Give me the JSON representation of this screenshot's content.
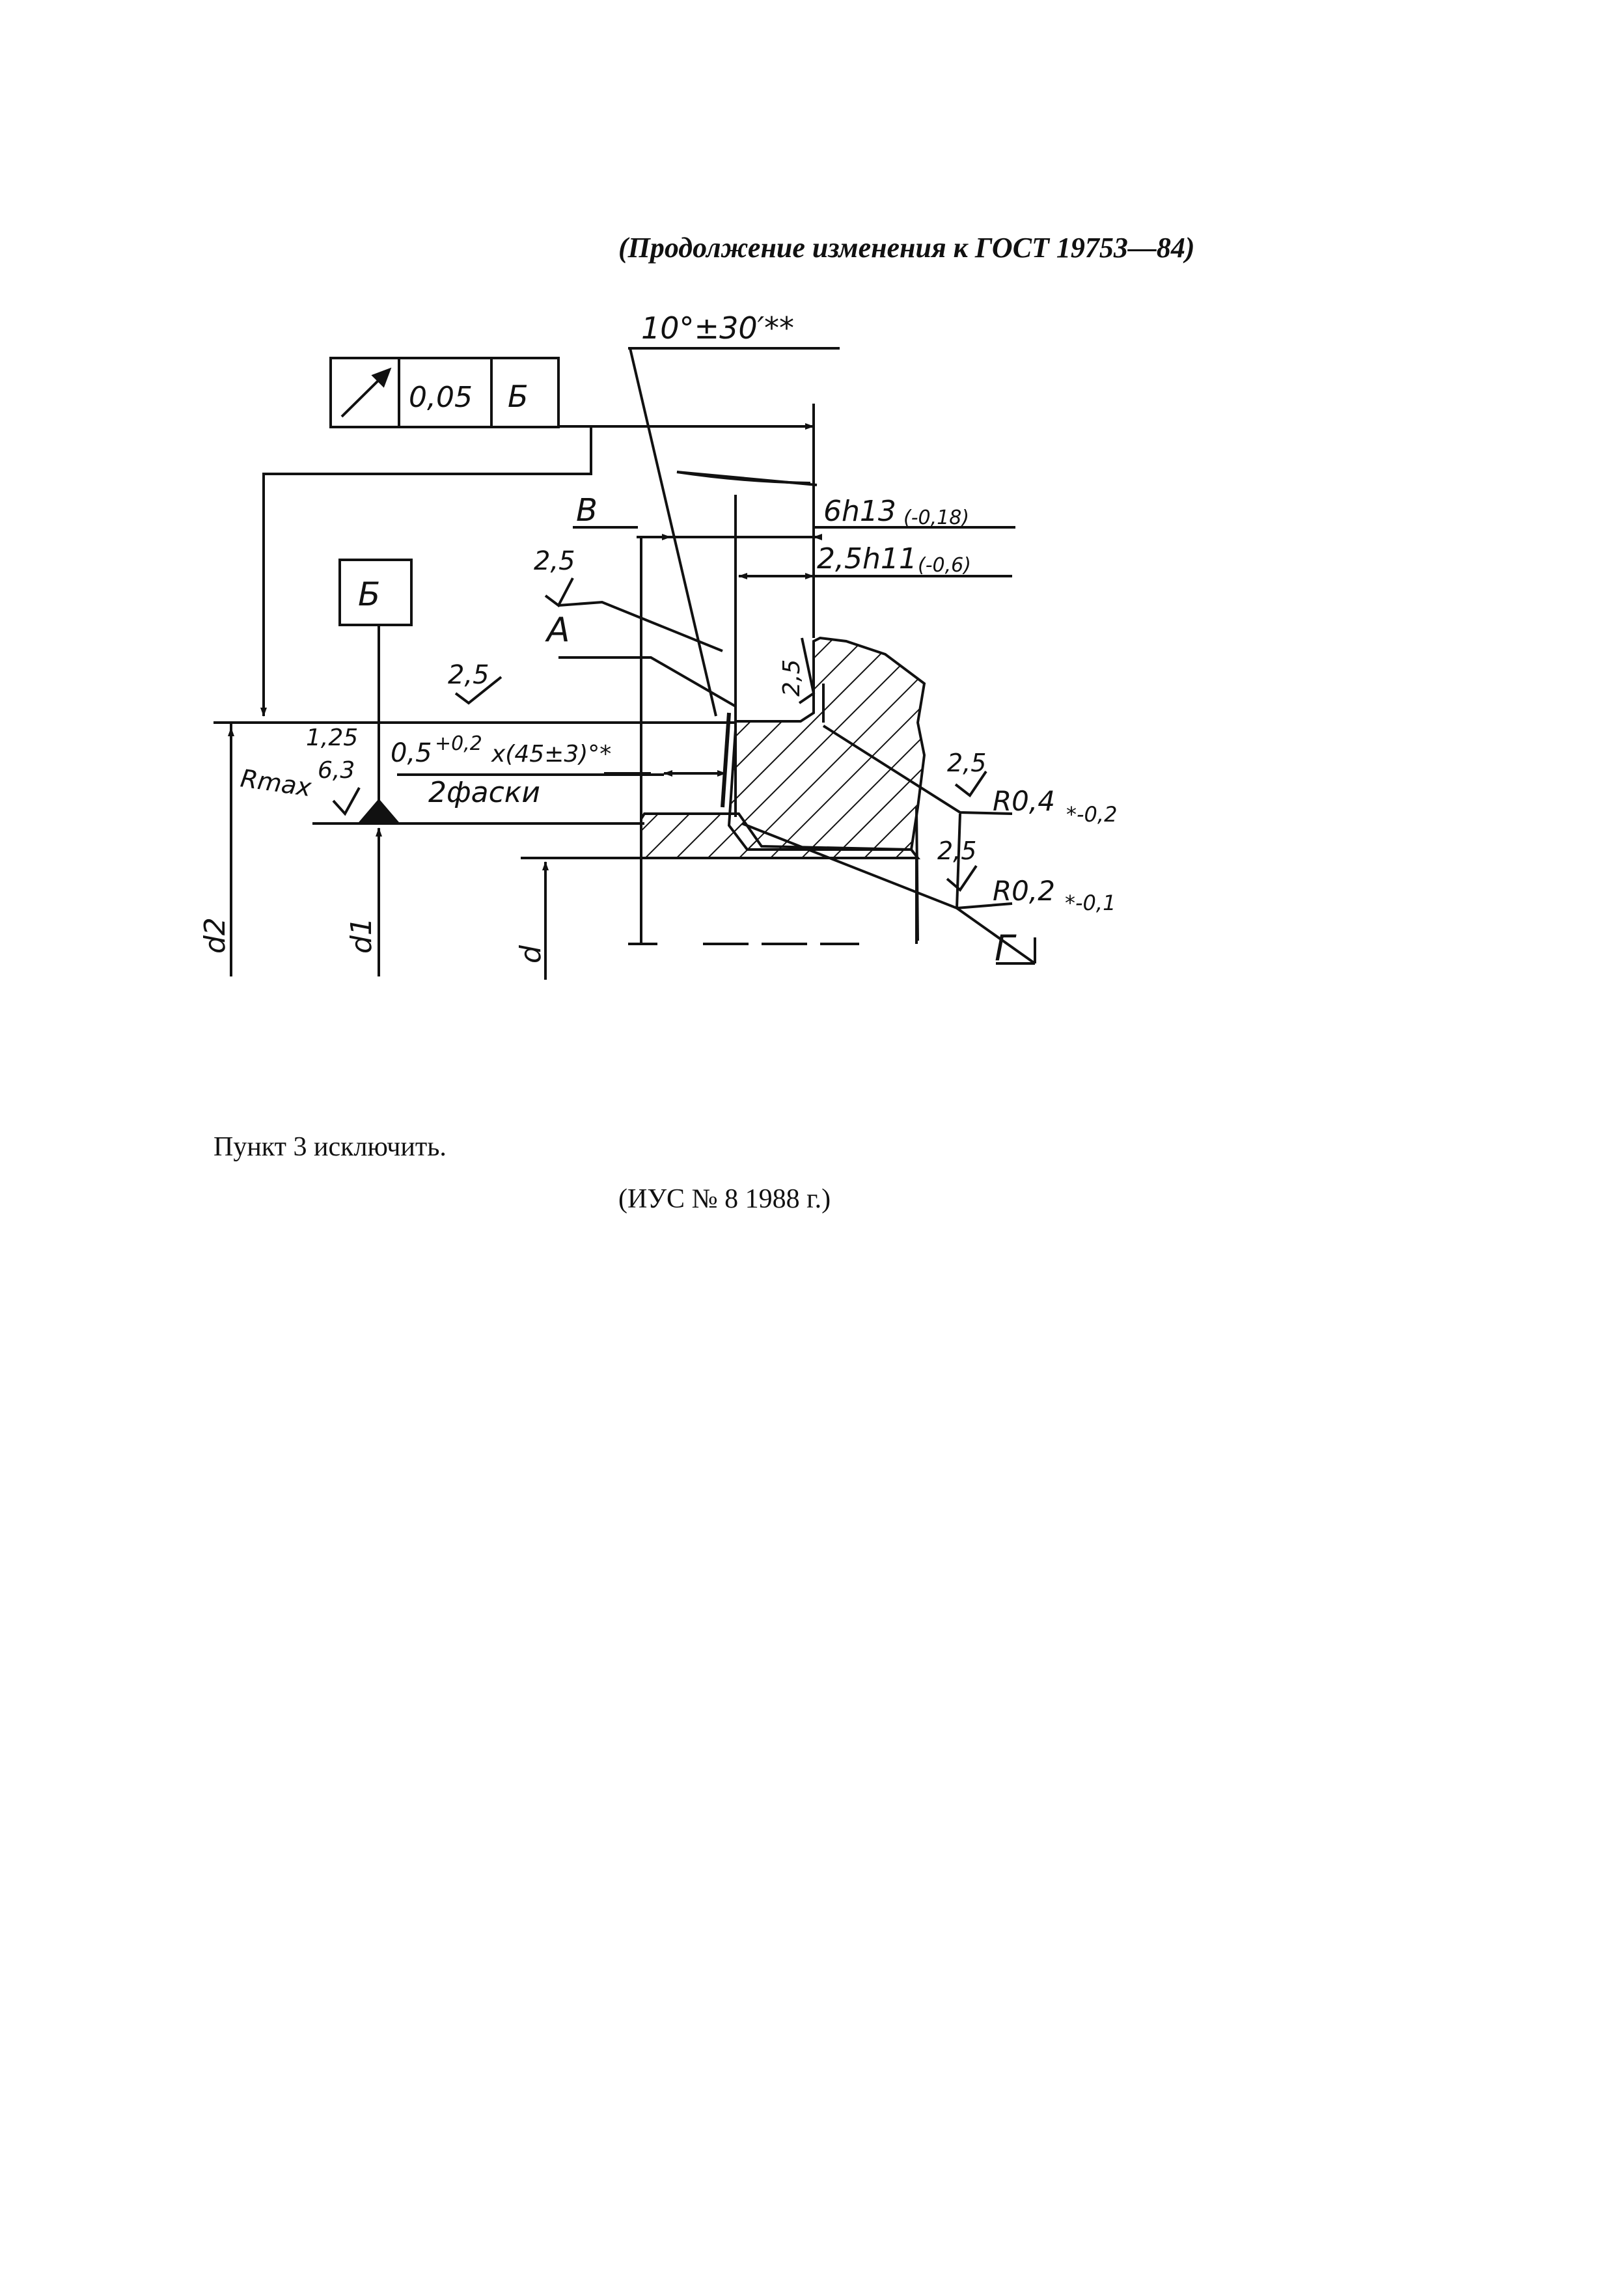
{
  "document": {
    "header": "(Продолжение изменения к ГОСТ 19753—84)",
    "clause_text": "Пункт 3 исключить.",
    "source_ref": "(ИУС № 8 1988 г.)"
  },
  "drawing": {
    "tolerance_frame": {
      "symbol": "runout-arrow-icon",
      "value": "0,05",
      "datum": "Б"
    },
    "datum_label": "Б",
    "angle": "10°±30′**",
    "dim_B": "В",
    "dim_6h13": "6h13",
    "dim_6h13_tol": "(-0,18)",
    "dim_2_5h11": "2,5h11",
    "dim_2_5h11_tol": "(-0,6)",
    "roughness_top_left": "2,5",
    "label_A": "А",
    "roughness_vertical": "2,5",
    "roughness_center": "2,5",
    "roughness_1_25": "1,25",
    "rmax_label": "Rmax",
    "rmax_value": "6,3",
    "chamfer": "0,5",
    "chamfer_tol": "+0,2",
    "chamfer_angle": "x(45±3)°*",
    "chamfer_note": "2фаски",
    "roughness_r04": "2,5",
    "radius_r04": "R0,4",
    "radius_r04_tol": "*-0,2",
    "roughness_r02": "2,5",
    "radius_r02": "R0,2",
    "radius_r02_tol": "*-0,1",
    "label_G": "Г",
    "label_d2": "d2",
    "label_d1": "d1",
    "label_d": "d"
  },
  "colors": {
    "ink": "#111111",
    "paper": "#ffffff"
  }
}
